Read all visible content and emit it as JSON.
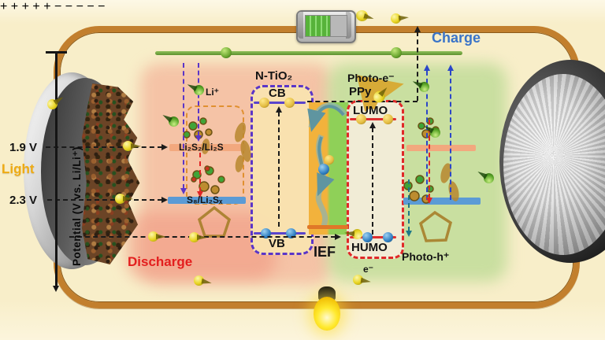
{
  "figure": {
    "charge_label": "Charge",
    "discharge_label": "Discharge",
    "light_label": "Light",
    "axis_label": "Potential (V vs. Li/Li⁺)",
    "voltage_upper": "1.9 V",
    "voltage_lower": "2.3 V",
    "li_ion": "Li⁺",
    "species_upper": "Li₂S₂/Li₂S",
    "species_lower": "S₈/Li₂Sₓ",
    "semiconductor": "N-TiO₂",
    "cb": "CB",
    "vb": "VB",
    "polymer": "PPy",
    "photo_e": "Photo-e⁻",
    "lumo": "LUMO",
    "humo": "HUMO",
    "ief": "IEF",
    "photo_h": "Photo-h⁺",
    "electron": "e⁻",
    "plus": "+",
    "minus": "−"
  },
  "colors": {
    "charge_text": "#3a74c8",
    "discharge_text": "#e31e1e",
    "light_text": "#eeab14",
    "wire": "#c27f2d",
    "cb_vb_band": "#5a44cc",
    "lumo_humo_band": "#dd3030",
    "upper_plateau_bar": "#f2a87e",
    "lower_plateau_bar": "#5b9bd5",
    "ief_positive_side": "#f2b23c",
    "ief_negative_side": "#8fd058",
    "cathode_region": "#f3b79c",
    "anode_region": "#cbe2ae"
  }
}
